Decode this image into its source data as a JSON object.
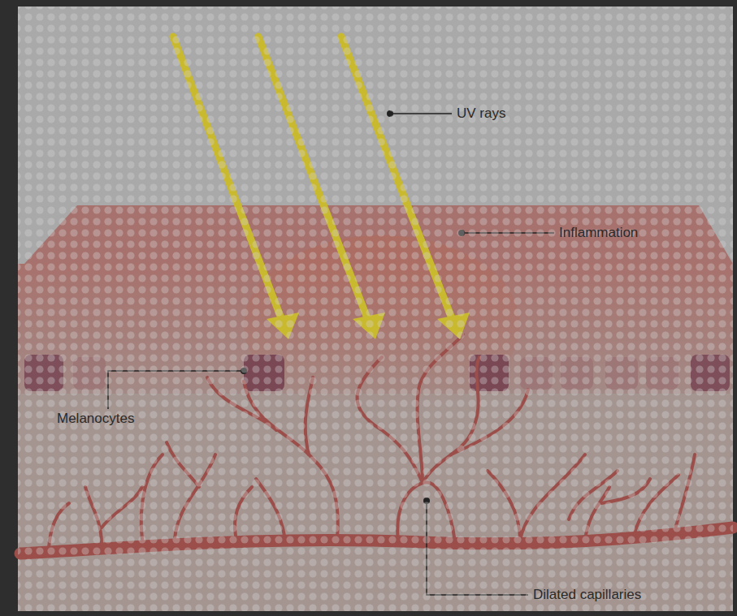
{
  "diagram": {
    "labels": [
      "UV rays",
      "Inflammation",
      "Melanocytes",
      "Dilated capillaries"
    ]
  }
}
